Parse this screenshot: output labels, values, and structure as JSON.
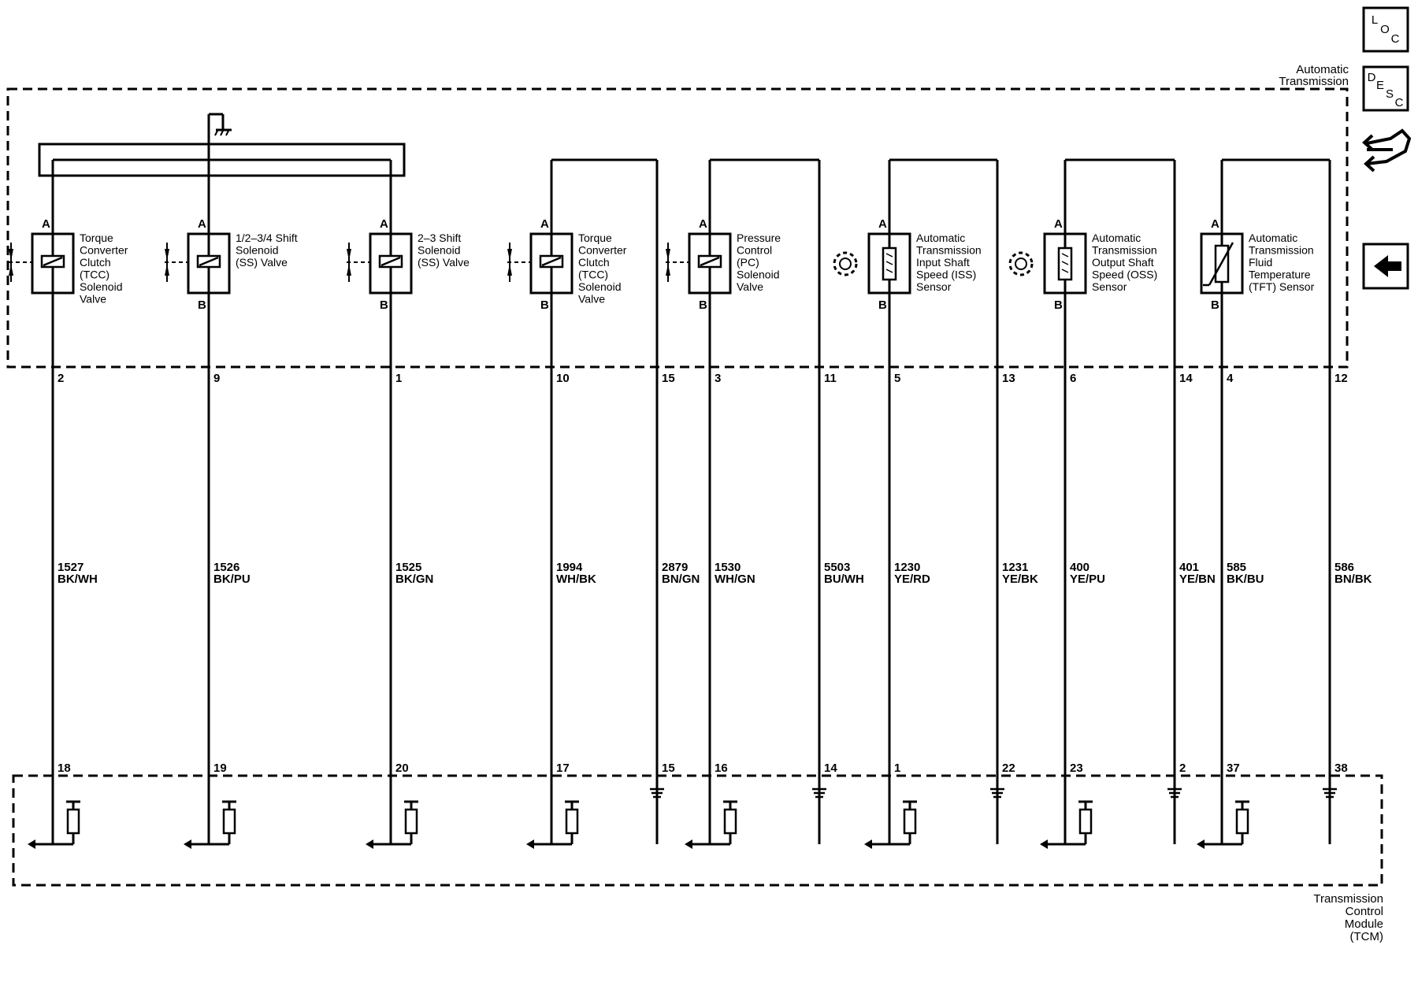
{
  "harness": {
    "label_lines": [
      "Automatic",
      "Transmission"
    ]
  },
  "tcm": {
    "label_lines": [
      "Transmission",
      "Control",
      "Module",
      "(TCM)"
    ]
  },
  "sidebar": {
    "loc": {
      "letters": [
        "L",
        "O",
        "C"
      ],
      "icon": "location-icon"
    },
    "desc": {
      "letters": [
        "D",
        "E",
        "S",
        "C"
      ],
      "icon": "description-icon"
    },
    "connector_icon": "connector-hand-icon",
    "back_icon": "back-arrow-icon"
  },
  "components": [
    {
      "id": "tcc1",
      "kind": "solenoid",
      "pin_a": "A",
      "pin_b": "",
      "label_lines": [
        "Torque",
        "Converter",
        "Clutch",
        "(TCC)",
        "Solenoid",
        "Valve"
      ]
    },
    {
      "id": "ss1234",
      "kind": "solenoid",
      "pin_a": "A",
      "pin_b": "B",
      "label_lines": [
        "1/2–3/4 Shift",
        "Solenoid",
        "(SS) Valve"
      ]
    },
    {
      "id": "ss23",
      "kind": "solenoid",
      "pin_a": "A",
      "pin_b": "B",
      "label_lines": [
        "2–3 Shift",
        "Solenoid",
        "(SS) Valve"
      ]
    },
    {
      "id": "tcc2",
      "kind": "solenoid",
      "pin_a": "A",
      "pin_b": "B",
      "label_lines": [
        "Torque",
        "Converter",
        "Clutch",
        "(TCC)",
        "Solenoid",
        "Valve"
      ]
    },
    {
      "id": "pc",
      "kind": "solenoid",
      "pin_a": "A",
      "pin_b": "B",
      "label_lines": [
        "Pressure",
        "Control",
        "(PC)",
        "Solenoid",
        "Valve"
      ]
    },
    {
      "id": "iss",
      "kind": "speed",
      "pin_a": "A",
      "pin_b": "B",
      "label_lines": [
        "Automatic",
        "Transmission",
        "Input Shaft",
        "Speed (ISS)",
        "Sensor"
      ]
    },
    {
      "id": "oss",
      "kind": "speed",
      "pin_a": "A",
      "pin_b": "B",
      "label_lines": [
        "Automatic",
        "Transmission",
        "Output Shaft",
        "Speed (OSS)",
        "Sensor"
      ]
    },
    {
      "id": "tft",
      "kind": "temp",
      "pin_a": "A",
      "pin_b": "B",
      "label_lines": [
        "Automatic",
        "Transmission",
        "Fluid",
        "Temperature",
        "(TFT) Sensor"
      ]
    }
  ],
  "circuits": [
    {
      "conn_pin": "2",
      "circuit": "1527",
      "color": "BK/WH",
      "tcm_pin": "18"
    },
    {
      "conn_pin": "9",
      "circuit": "1526",
      "color": "BK/PU",
      "tcm_pin": "19"
    },
    {
      "conn_pin": "1",
      "circuit": "1525",
      "color": "BK/GN",
      "tcm_pin": "20"
    },
    {
      "conn_pin": "10",
      "circuit": "1994",
      "color": "WH/BK",
      "tcm_pin": "17"
    },
    {
      "conn_pin": "15",
      "circuit": "2879",
      "color": "BN/GN",
      "tcm_pin": "15"
    },
    {
      "conn_pin": "3",
      "circuit": "1530",
      "color": "WH/GN",
      "tcm_pin": "16"
    },
    {
      "conn_pin": "11",
      "circuit": "5503",
      "color": "BU/WH",
      "tcm_pin": "14"
    },
    {
      "conn_pin": "5",
      "circuit": "1230",
      "color": "YE/RD",
      "tcm_pin": "1"
    },
    {
      "conn_pin": "13",
      "circuit": "1231",
      "color": "YE/BK",
      "tcm_pin": "22"
    },
    {
      "conn_pin": "6",
      "circuit": "400",
      "color": "YE/PU",
      "tcm_pin": "23"
    },
    {
      "conn_pin": "14",
      "circuit": "401",
      "color": "YE/BN",
      "tcm_pin": "2"
    },
    {
      "conn_pin": "4",
      "circuit": "585",
      "color": "BK/BU",
      "tcm_pin": "37"
    },
    {
      "conn_pin": "12",
      "circuit": "586",
      "color": "BN/BK",
      "tcm_pin": "38"
    }
  ]
}
